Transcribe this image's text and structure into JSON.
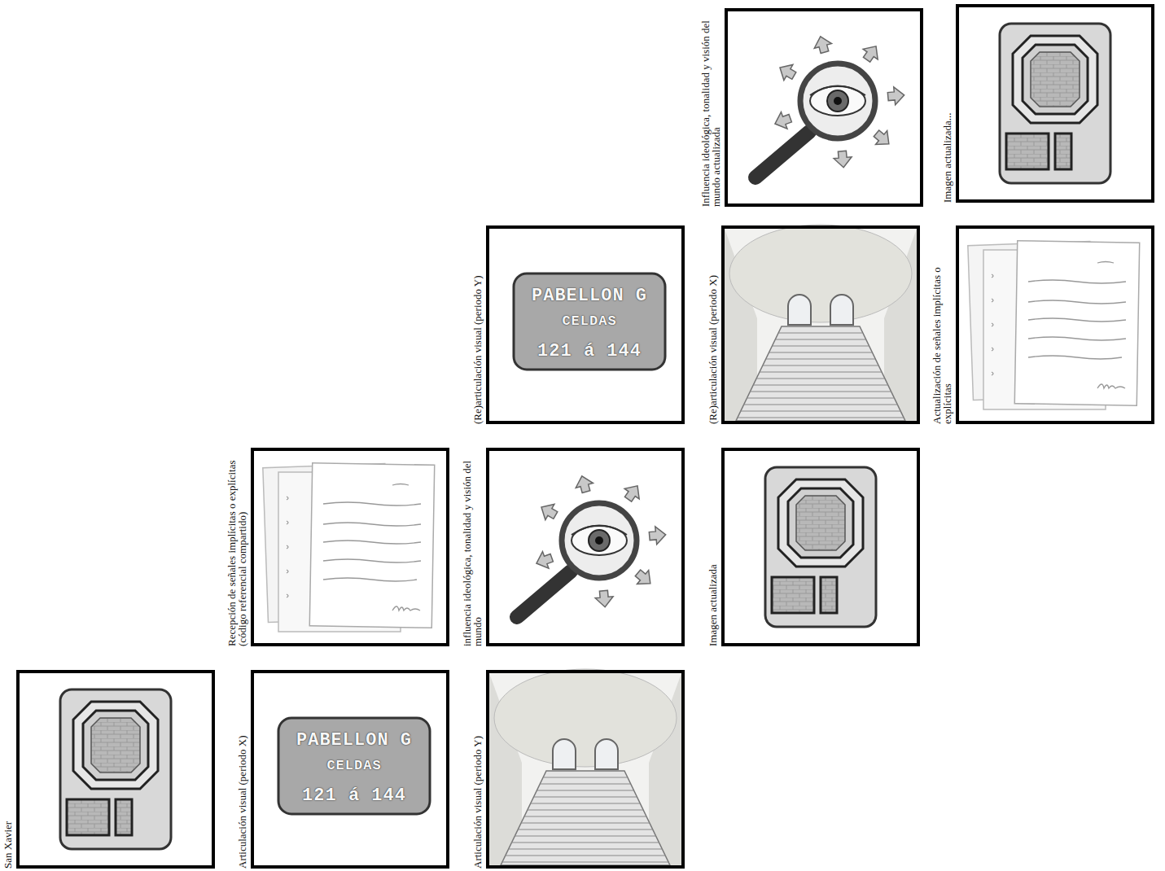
{
  "diagram": {
    "nodes": [
      {
        "text": [
          "Influencia ideológica, tonalidad y visión del mundo actualizada"
        ]
      },
      {
        "text": [
          "Imagen actualizada..."
        ]
      },
      {
        "text": [
          "(Re)articulación visual (periodo Y)"
        ]
      },
      {
        "text": [
          "(Re)articulación visual (periodo X)"
        ]
      },
      {
        "text": [
          "Actualización de señales implícitas o explícitas"
        ]
      },
      {
        "text": [
          "Recepción de señales implícitas o explícitas (código referencial compartido)"
        ]
      },
      {
        "text": [
          "influencia ideológica, tonalidad y visión del mundo"
        ]
      },
      {
        "text": [
          "Imagen actualizada"
        ]
      },
      {
        "text": [
          "San Xavier"
        ]
      },
      {
        "text": [
          "Articulación visual (periodo X)"
        ]
      },
      {
        "text": [
          "Articulación visual (periodo Y)"
        ]
      }
    ],
    "labels": [
      "PABELLON G",
      "CELDAS",
      "121 á 144",
      "PABELLON G",
      "CELDAS",
      "121 á 144"
    ]
  }
}
